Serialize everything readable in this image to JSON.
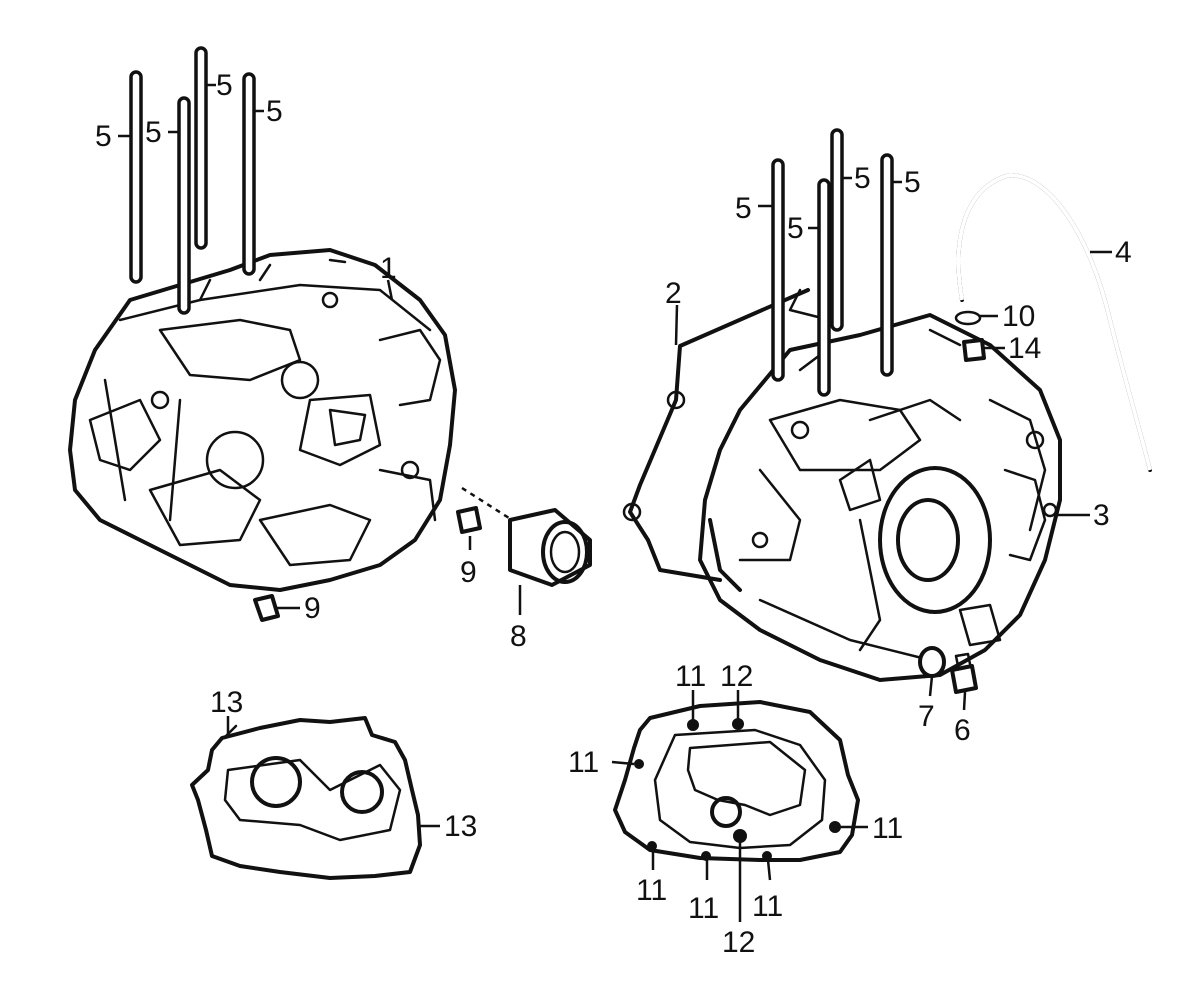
{
  "callouts": {
    "c1": "1",
    "c2": "2",
    "c3": "3",
    "c4": "4",
    "c5a": "5",
    "c5b": "5",
    "c5c": "5",
    "c5d": "5",
    "c5e": "5",
    "c5f": "5",
    "c5g": "5",
    "c5h": "5",
    "c6": "6",
    "c7": "7",
    "c8": "8",
    "c9a": "9",
    "c9b": "9",
    "c10": "10",
    "c11a": "11",
    "c11b": "11",
    "c11c": "11",
    "c11d": "11",
    "c11e": "11",
    "c11f": "11",
    "c12a": "12",
    "c12b": "12",
    "c13a": "13",
    "c13b": "13",
    "c14": "14"
  }
}
